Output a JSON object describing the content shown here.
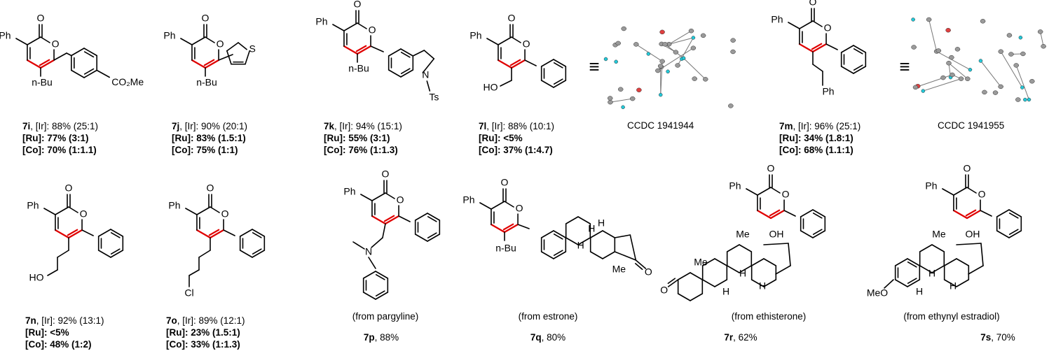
{
  "atoms": {
    "O": "O",
    "Ph": "Ph",
    "nBu": "n-Bu",
    "CO2Me": "CO₂Me",
    "S": "S",
    "N": "N",
    "Ts": "Ts",
    "HO": "HO",
    "Cl": "Cl",
    "Me": "Me",
    "OH": "OH",
    "H": "H",
    "MeO": "MeO",
    "equiv": "≡"
  },
  "compounds": [
    {
      "id": "7i",
      "ir": ", [Ir]: 88% (25:1)",
      "ru": "[Ru]: 77% (3:1)",
      "co": "[Co]: 70% (1:1.1)"
    },
    {
      "id": "7j",
      "ir": ", [Ir]: 90% (20:1)",
      "ru": "[Ru]: 83% (1.5:1)",
      "co": "[Co]: 75% (1:1)"
    },
    {
      "id": "7k",
      "ir": ", [Ir]: 94% (15:1)",
      "ru": "[Ru]: 55% (3:1)",
      "co": "[Co]: 76% (1:1.3)"
    },
    {
      "id": "7l",
      "ir": ", [Ir]: 88% (10:1)",
      "ru": "[Ru]: <5%",
      "co": "[Co]: 37% (1:4.7)"
    },
    {
      "id": "7m",
      "ir": ", [Ir]: 96% (25:1)",
      "ru": "[Ru]: 34% (1.8:1)",
      "co": "[Co]: 68% (1.1:1)"
    },
    {
      "id": "7n",
      "ir": ", [Ir]: 92% (13:1)",
      "ru": "[Ru]: <5%",
      "co": "[Co]: 48% (1:2)"
    },
    {
      "id": "7o",
      "ir": ", [Ir]: 89% (12:1)",
      "ru": "[Ru]: 23% (1.5:1)",
      "co": "[Co]: 33% (1:1.3)"
    }
  ],
  "crystal": [
    {
      "label": "CCDC 1941944"
    },
    {
      "label": "CCDC 1941955"
    }
  ],
  "derived": [
    {
      "id": "7p",
      "source": "(from pargyline)",
      "yield": ", 88%"
    },
    {
      "id": "7q",
      "source": "(from estrone)",
      "yield": ", 80%"
    },
    {
      "id": "7r",
      "source": "(from ethisterone)",
      "yield": ", 62%"
    },
    {
      "id": "7s",
      "source": "(from ethynyl estradiol)",
      "yield": ", 70%"
    }
  ],
  "colors": {
    "bond": "#000000",
    "new_bond": "#e00000",
    "h_atom": "#22c8d8",
    "o_atom": "#e04040",
    "c_atom": "#9a9a9a"
  }
}
